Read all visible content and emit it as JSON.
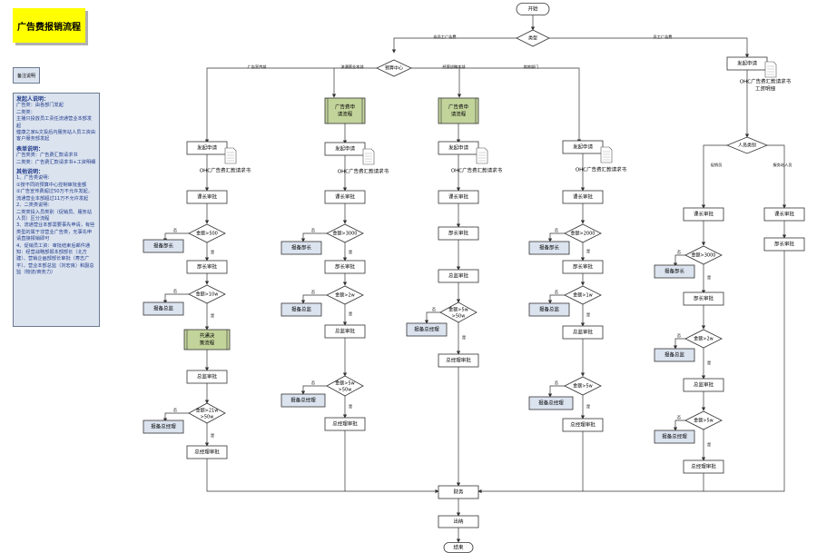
{
  "page_title": "广告费报销流程",
  "remark_tag": "备注说明",
  "notes": [
    {
      "heading": "发起人说明：",
      "lines": [
        "广告类：由各部门发起",
        "二类类：",
        "主播只投放员工责任流通营业本部发起",
        "健康之家&文投后内服务站人员工资由客户服务部发起"
      ]
    },
    {
      "heading": "表单说明：",
      "lines": [
        "广告类类：广告费汇款请求书",
        "二类类：广告费汇款请求书+工资明细"
      ]
    },
    {
      "heading": "其他说明：",
      "lines": [
        "1、广告类说明：",
        "①按不同的预算中心控制审批金额",
        "②广告宣传费超过50万不允许发起，流通营业本部超过11万不允许发起",
        "2、二类类说明：",
        "二类类投入员类别（促销员、服务站人员）区分流程",
        "3、流通营业本部需要事先申请，有些类型的属于非营业广告类，无事先申请直接报销即可",
        "4、促销员工资：审批结束后邮件通知：经营战略部报本部部长（北方建）、营销企画部部长审批（寿志广平）、营业本部总监（刘宏良）和副总监（物流/商务力）"
      ]
    }
  ],
  "nodes": {
    "start": "开始",
    "type": "类型",
    "budget": "预算中心",
    "finance": "财务",
    "cashier": "出纳",
    "end": "结束",
    "c1_submit": "发起申请",
    "c1_doc": "OHC广告费汇款请求书",
    "c1_a1": "课长审批",
    "c1_d1": "金额>500",
    "c1_r1": "报备部长",
    "c1_a2": "部长审批",
    "c1_d2": "金额>10w",
    "c1_r2": "报备总监",
    "c1_proc": "共通决策流程",
    "c1_a3": "总监审批",
    "c1_d3a": "金额>21w",
    "c1_d3b": ">50w",
    "c1_r3": "报备总经理",
    "c1_a4": "总经理审批",
    "c2_proc": "广告费申请流程",
    "c2_submit": "发起申请",
    "c2_doc": "OHC广告费汇款请求书",
    "c2_a1": "课长审批",
    "c2_d1": "金额>3000",
    "c2_r1": "报备部长",
    "c2_a2": "部长审批",
    "c2_d2": "金额>2w",
    "c2_r2": "报备总监",
    "c2_a3": "总监审批",
    "c2_d3a": "金额>5w",
    "c2_d3b": ">50w",
    "c2_r3": "报备总经理",
    "c2_a4": "总经理审批",
    "c3_proc": "广告费申请流程",
    "c3_submit": "发起申请",
    "c3_doc": "OHC广告费汇款请求书",
    "c3_a1": "课长审批",
    "c3_a2": "部长审批",
    "c3_a3": "总监审批",
    "c3_d1a": "金额>5w",
    "c3_d1b": ">50w",
    "c3_r1": "报备总经理",
    "c3_a4": "总经理审批",
    "c4_submit": "发起申请",
    "c4_doc": "OHC广告费汇款请求书",
    "c4_a1": "课长审批",
    "c4_d1": "金额>2000",
    "c4_r1": "报备部长",
    "c4_a2": "部长审批",
    "c4_d2": "金额>1w",
    "c4_r2": "报备总监",
    "c4_a3": "总监审批",
    "c4_d3": "金额>5w",
    "c4_r3": "报备总经理",
    "c4_a4": "总经理审批",
    "c5_submit": "发起申请",
    "c5_doc1": "OHC广告费汇款请求书",
    "c5_doc2": "工资明细",
    "c5_ptype": "人员类别",
    "c5_a1": "课长审批",
    "c5_d1": "金额>3000",
    "c5_r1": "报备部长",
    "c5_a2": "部长审批",
    "c5_d2": "金额>2w",
    "c5_r2": "报备总监",
    "c5_a3": "总监审批",
    "c5_d3": "金额>5w",
    "c5_r3": "报备总经理",
    "c5_a4": "总经理审批",
    "c6_a1": "课长审批",
    "c6_a2": "部长审批"
  },
  "edge_labels": {
    "type_left": "非员工广告费",
    "type_right": "员工广告费",
    "b1": "广告宣传部",
    "b2": "流通营业本部",
    "b3": "经营战略本部",
    "b4": "其他部门",
    "ptype_left": "促销员",
    "ptype_right": "服务站人员",
    "yes": "是",
    "no": "否"
  },
  "colors": {
    "line": "#333333",
    "box_fill": "#ffffff",
    "report_fill": "#dbe3ef",
    "process_fill": "#c3d49b",
    "title_fill": "#ffff00"
  }
}
